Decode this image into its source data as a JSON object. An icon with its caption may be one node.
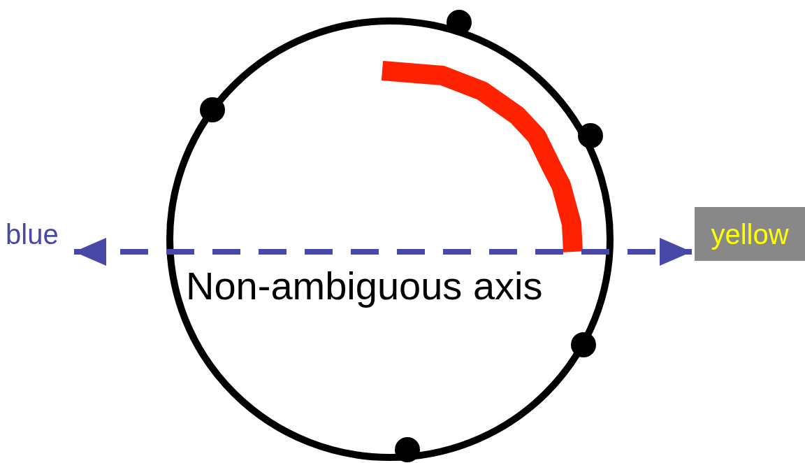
{
  "diagram": {
    "nodes": [
      {
        "text": [
          "blue"
        ]
      },
      {
        "text": [
          "yellow"
        ]
      }
    ],
    "edges": [
      {
        "from": 0,
        "to": 1,
        "arrow": "both",
        "style": "dashed",
        "color": "#4848a8"
      }
    ],
    "labels": [
      "Non-ambiguous axis"
    ]
  }
}
